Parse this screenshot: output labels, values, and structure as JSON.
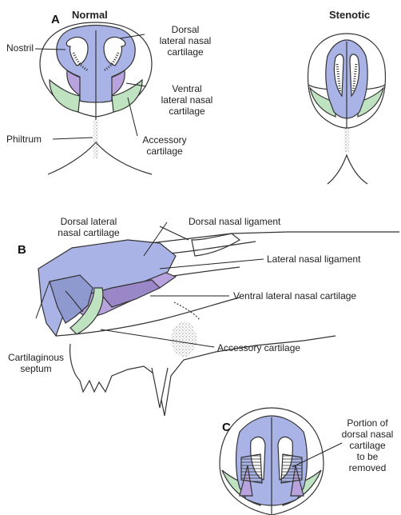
{
  "panels": {
    "a": {
      "letter": "A",
      "normal_title": "Normal",
      "stenotic_title": "Stenotic"
    },
    "b": {
      "letter": "B"
    },
    "c": {
      "letter": "C"
    }
  },
  "labels": {
    "nostril": "Nostril",
    "dorsal_lateral_a": [
      "Dorsal",
      "lateral nasal",
      "cartilage"
    ],
    "ventral_lateral_a": [
      "Ventral",
      "lateral nasal",
      "cartilage"
    ],
    "philtrum": "Philtrum",
    "accessory_a": [
      "Accessory",
      "cartilage"
    ],
    "dorsal_lateral_b": [
      "Dorsal lateral",
      "nasal cartilage"
    ],
    "dorsal_nasal_ligament": "Dorsal nasal ligament",
    "lateral_nasal_ligament": "Lateral nasal ligament",
    "ventral_lateral_b": "Ventral lateral nasal cartilage",
    "accessory_b": "Accessory cartilage",
    "septum": [
      "Cartilaginous",
      "septum"
    ],
    "portion_c": [
      "Portion of",
      "dorsal nasal",
      "cartilage",
      "to be",
      "removed"
    ]
  },
  "colors": {
    "dorsal_cartilage": "#a9b3e6",
    "ventral_cartilage": "#b9a3de",
    "accessory_cartilage": "#bfe3c0",
    "outline": "#333333"
  }
}
